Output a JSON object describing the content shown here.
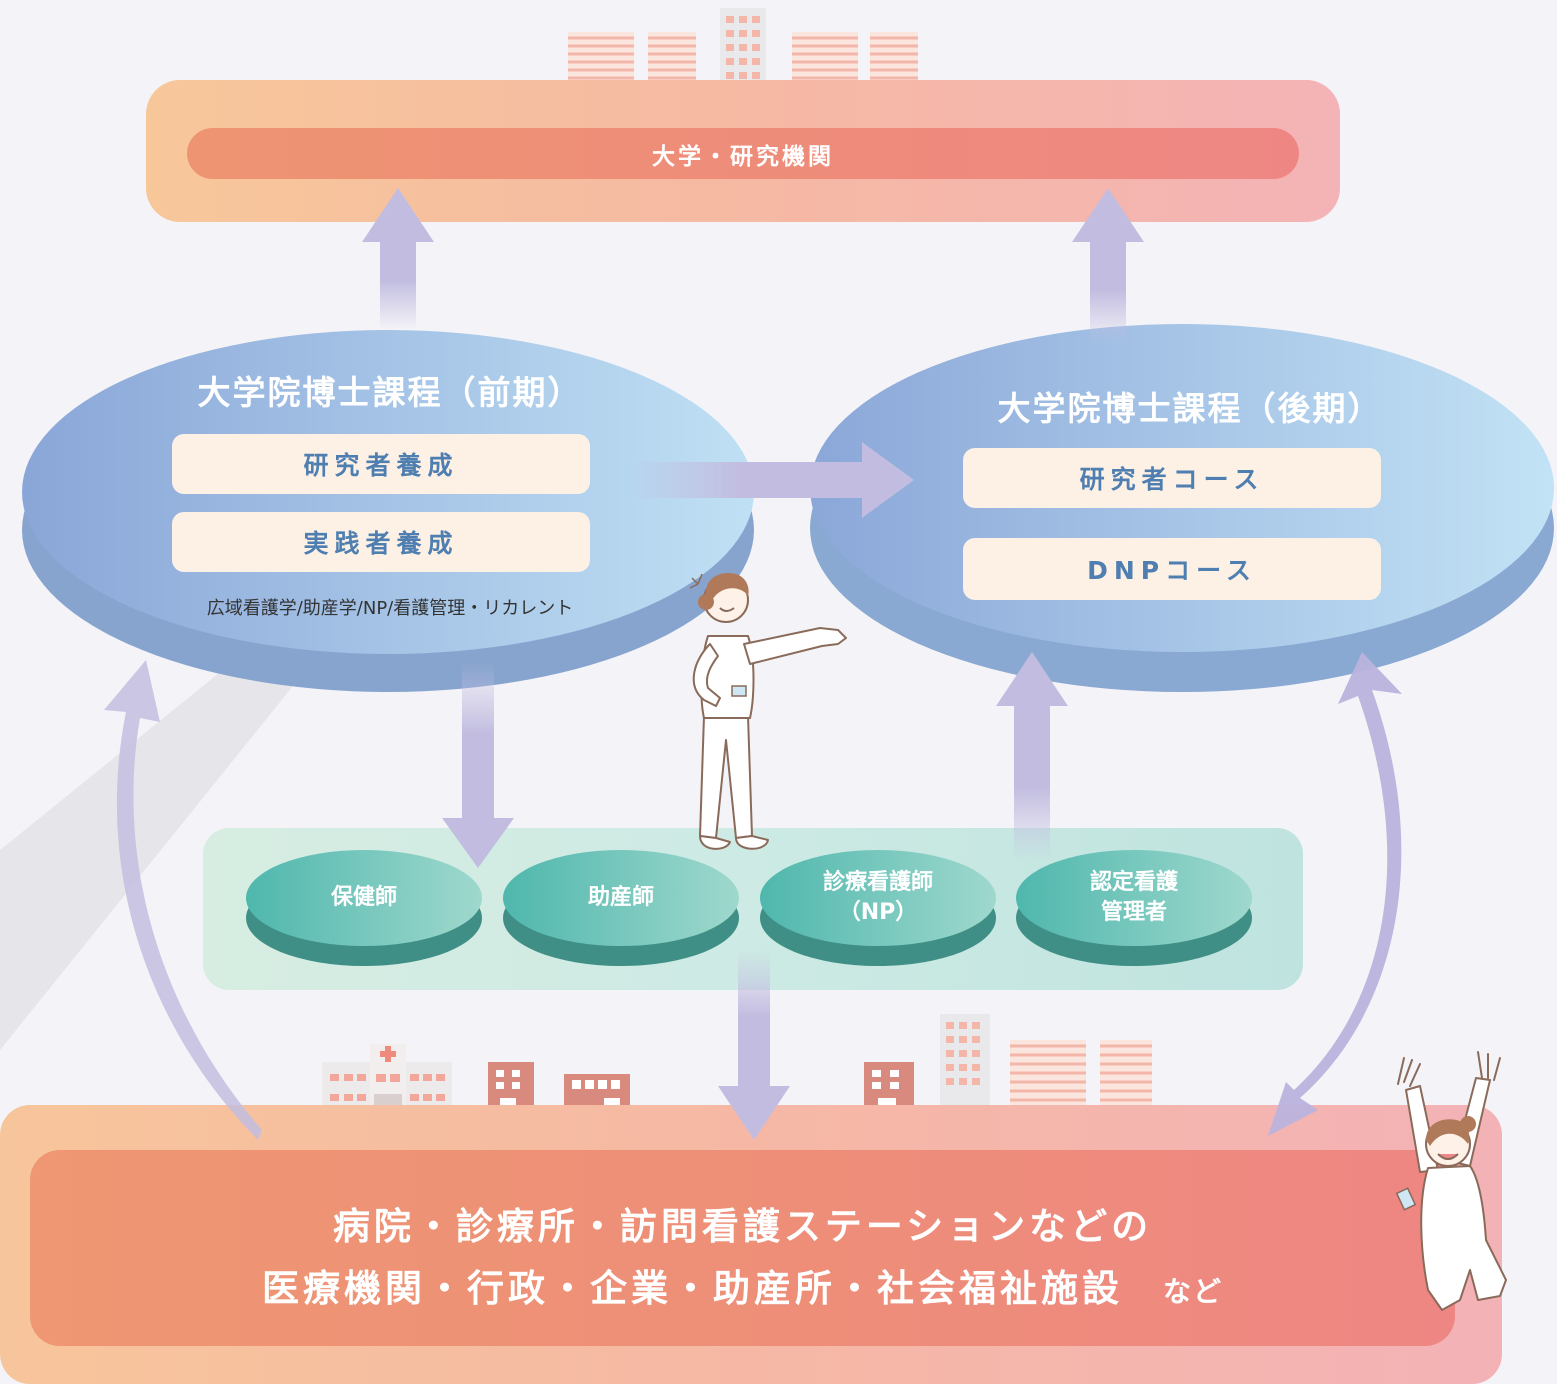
{
  "top": {
    "label": "大学・研究機関"
  },
  "left_program": {
    "title": "大学院博士課程（前期）",
    "items": [
      "研究者養成",
      "実践者養成"
    ],
    "note": "広域看護学/助産学/NP/看護管理・リカレント"
  },
  "right_program": {
    "title": "大学院博士課程（後期）",
    "items": [
      "研究者コース",
      "DNPコース"
    ]
  },
  "qualifications": [
    {
      "label": "保健師"
    },
    {
      "label": "助産師"
    },
    {
      "label": "診療看護師\n（NP）"
    },
    {
      "label": "認定看護\n管理者"
    }
  ],
  "bottom": {
    "line1": "病院・診療所・訪問看護ステーションなどの",
    "line2": "医療機関・行政・企業・助産所・社会福祉施設",
    "suffix": "など"
  },
  "colors": {
    "arrow": "#c2bde0",
    "ellipse_left": "#9bb5e0",
    "ellipse_right": "#a6bfe6",
    "disk_teal": "#5ec2b8"
  },
  "icons": [
    "building-icon",
    "hospital-icon",
    "nurse-pointing-illustration",
    "nurse-cheering-illustration"
  ]
}
